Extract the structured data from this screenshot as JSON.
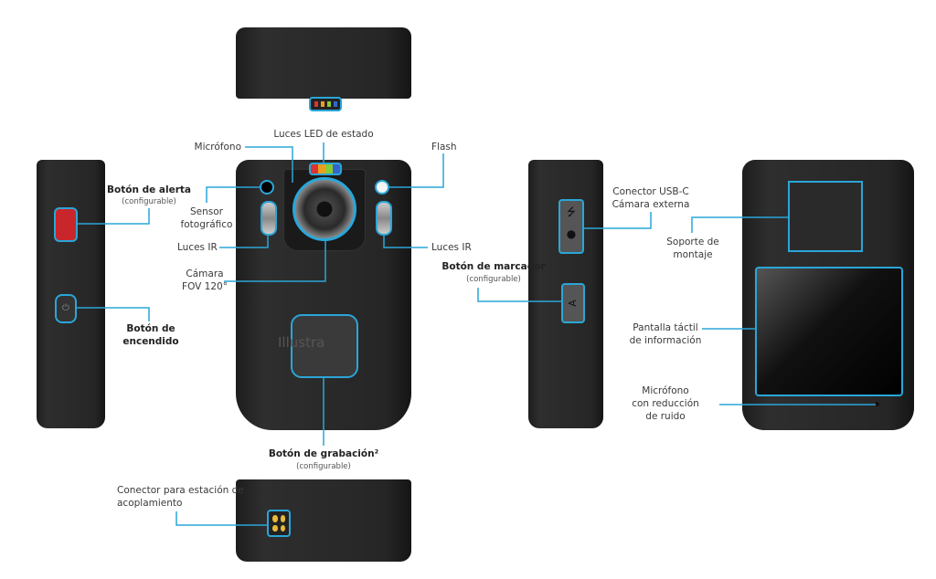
{
  "colors": {
    "accent": "#2aa6d8",
    "body": "#262626",
    "alert": "#c8262b",
    "connector": "#e8b93a"
  },
  "brand": "Illustra",
  "marker_key": "A",
  "labels": {
    "led": "Luces LED de estado",
    "mic": "Micrófono",
    "flash": "Flash",
    "alert": "Botón de alerta",
    "alert_sub": "(configurable)",
    "sensor_1": "Sensor",
    "sensor_2": "fotográfico",
    "ir_left": "Luces IR",
    "ir_right": "Luces IR",
    "camera_1": "Cámara",
    "camera_2": "FOV 120°",
    "power_1": "Botón de",
    "power_2": "encendido",
    "record": "Botón de grabación²",
    "record_sub": "(configurable)",
    "dock_1": "Conector para estación de",
    "dock_2": "acoplamiento",
    "usb_1": "Conector USB-C",
    "usb_2": "Cámara externa",
    "marker": "Botón de marcador",
    "marker_sub": "(configurable)",
    "mount_1": "Soporte de",
    "mount_2": "montaje",
    "screen_1": "Pantalla táctil",
    "screen_2": "de información",
    "nrmic_1": "Micrófono",
    "nrmic_2": "con reducción",
    "nrmic_3": "de ruido"
  }
}
